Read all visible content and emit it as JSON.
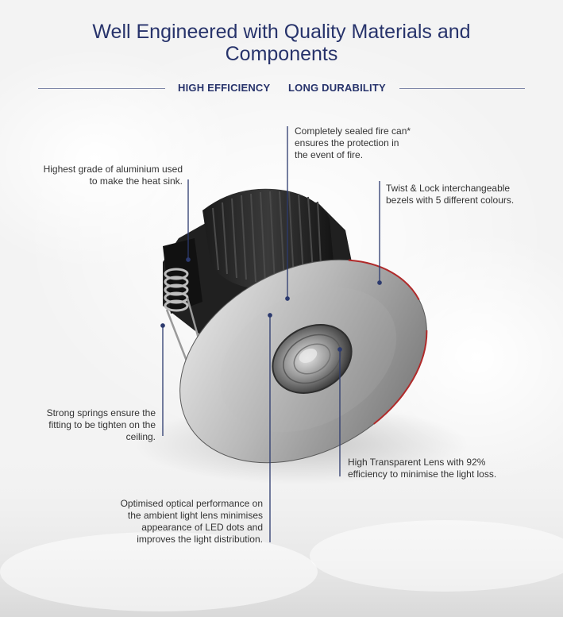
{
  "header": {
    "title_lines": [
      "Well Engineered with Quality Materials and",
      "Components"
    ],
    "tags": [
      "HIGH EFFICIENCY",
      "LONG DURABILITY"
    ]
  },
  "callouts": {
    "fire_can": [
      "Completely sealed fire can*",
      "ensures the protection in",
      "the event of fire."
    ],
    "aluminium": [
      "Highest grade of aluminium used",
      "to make the heat sink."
    ],
    "bezels": [
      "Twist & Lock interchangeable",
      "bezels with 5 different colours."
    ],
    "springs": [
      "Strong springs ensure the",
      "fitting to be tighten on the",
      "ceiling."
    ],
    "lens": [
      "High Transparent Lens with 92%",
      "efficiency to minimise the light loss."
    ],
    "optics": [
      "Optimised optical performance on",
      "the ambient light lens minimises",
      "appearance of LED dots and",
      "improves the light distribution."
    ]
  },
  "colors": {
    "title": "#27336b",
    "callout_line": "#2c3a6e",
    "text": "#333333"
  }
}
